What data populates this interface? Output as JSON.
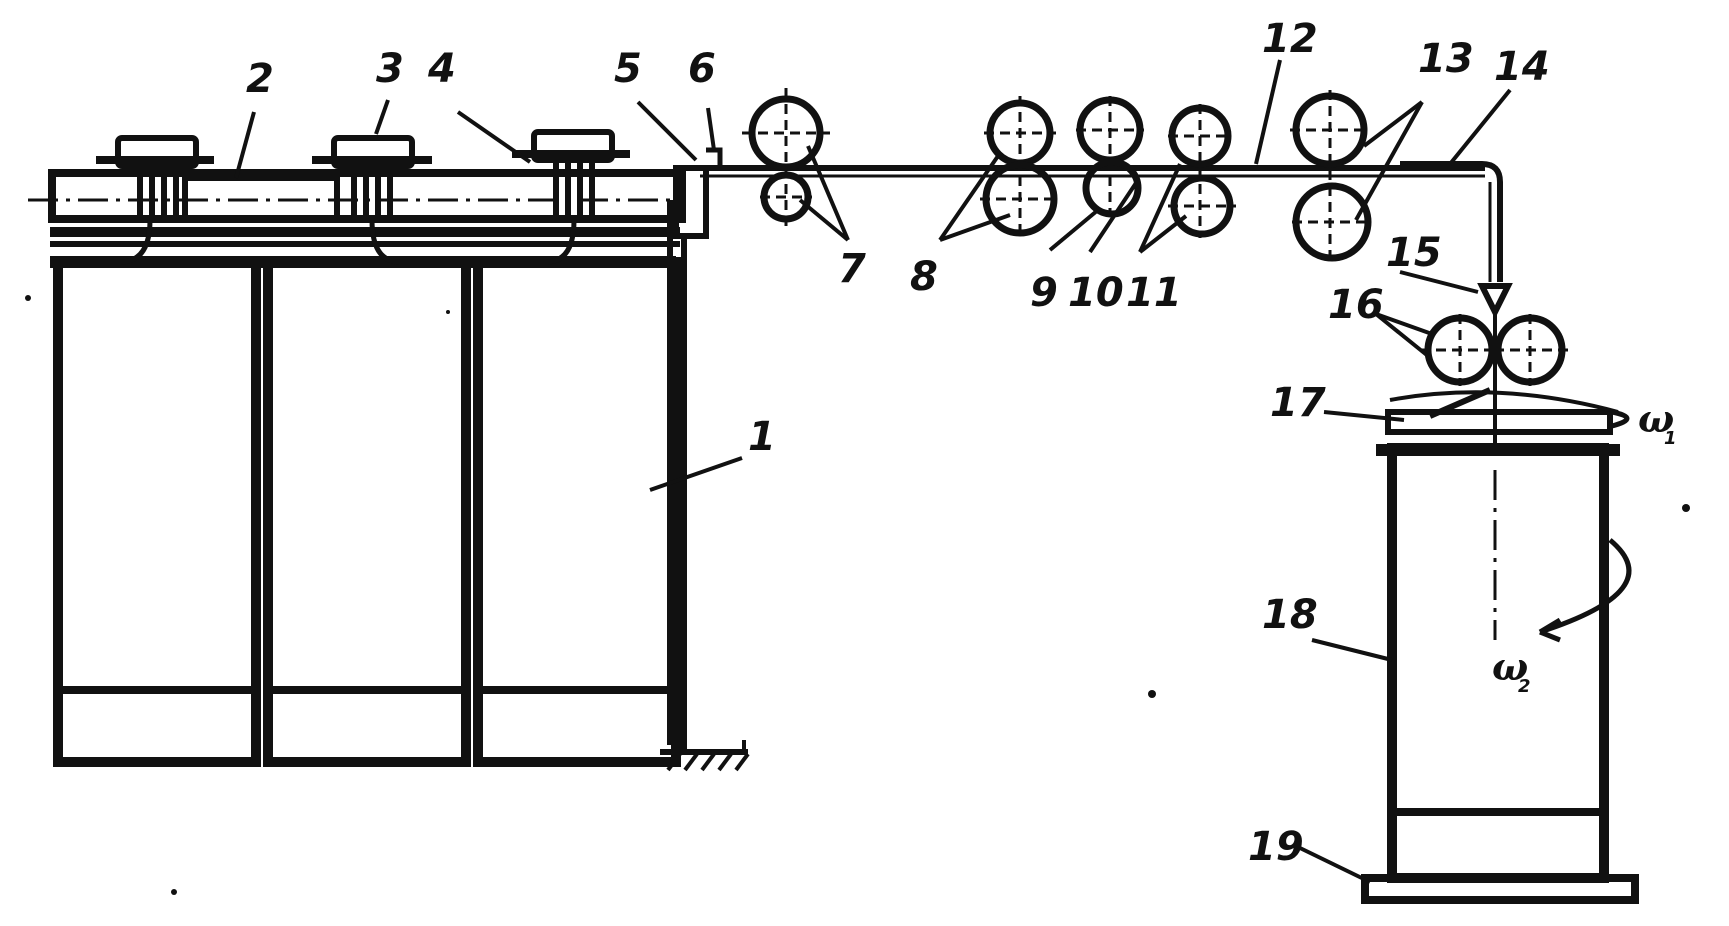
{
  "diagram": {
    "labels": {
      "l1": "1",
      "l2": "2",
      "l3": "3",
      "l4": "4",
      "l5": "5",
      "l6": "6",
      "l7": "7",
      "l8": "8",
      "l9": "9",
      "l10": "10",
      "l11": "11",
      "l12": "12",
      "l13": "13",
      "l14": "14",
      "l15": "15",
      "l16": "16",
      "l17": "17",
      "l18": "18",
      "l19": "19"
    },
    "omega1": {
      "symbol": "ω",
      "sub": "1"
    },
    "omega2": {
      "symbol": "ω",
      "sub": "2"
    },
    "colors": {
      "ink": "#111111",
      "background": "#ffffff"
    }
  }
}
